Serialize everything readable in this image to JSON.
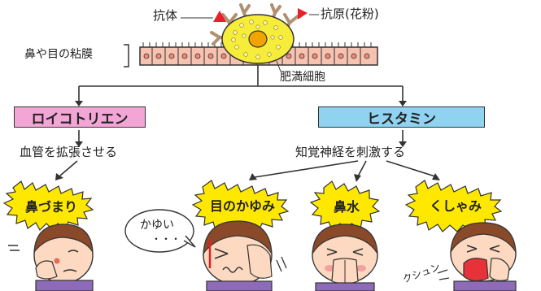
{
  "labels": {
    "antibody": "抗体",
    "antigen": "抗原(花粉)",
    "mucosa": "鼻や目の粘膜",
    "mast_cell": "肥満細胞",
    "leukotriene": "ロイコトリエン",
    "histamine": "ヒスタミン",
    "leukotriene_effect": "血管を拡張させる",
    "histamine_effect": "知覚神経を刺激する"
  },
  "symptoms": {
    "nasal_congestion": "鼻づまり",
    "itchy_eyes": "目のかゆみ",
    "runny_nose": "鼻水",
    "sneeze": "くしゃみ"
  },
  "speech": {
    "itchy": "かゆい",
    "itchy_dots": "・・・",
    "sneeze_sound": "クシュン"
  },
  "colors": {
    "leukotriene_box": "#f3a6d6",
    "histamine_box": "#8fd3f0",
    "star": "#ffe800",
    "mast_cell": "#f6ec3a",
    "antibody": "#b09070",
    "antigen": "#e8202a",
    "mucosa": "#f6c3b0",
    "hair": "#8a4a2a",
    "sweater": "#8e6bb8"
  }
}
